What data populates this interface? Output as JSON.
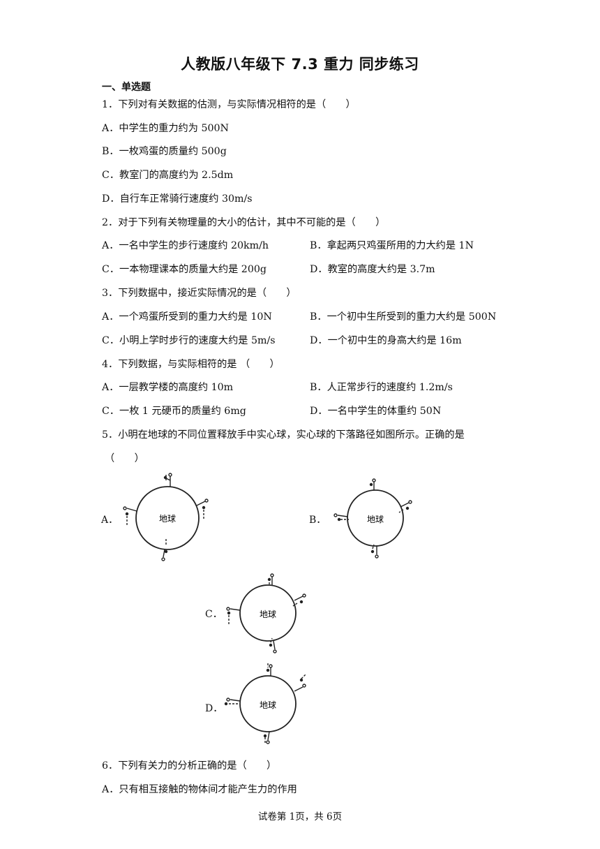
{
  "title": "人教版八年级下 7.3 重力 同步练习",
  "section": "一、单选题",
  "q1": {
    "stem": "1．下列对有关数据的估测，与实际情况相符的是（　　）",
    "a": "A．中学生的重力约为 500N",
    "b": "B．一枚鸡蛋的质量约 500g",
    "c": "C．教室门的高度约为 2.5dm",
    "d": "D．自行车正常骑行速度约 30m/s"
  },
  "q2": {
    "stem": "2．对于下列有关物理量的大小的估计，其中不可能的是（　　）",
    "a": "A．一名中学生的步行速度约 20km/h",
    "b": "B．拿起两只鸡蛋所用的力大约是 1N",
    "c": "C．一本物理课本的质量大约是 200g",
    "d": "D．教室的高度大约是 3.7m"
  },
  "q3": {
    "stem": "3．下列数据中，接近实际情况的是（　　）",
    "a": "A．一个鸡蛋所受到的重力大约是 10N",
    "b": "B．一个初中生所受到的重力大约是 500N",
    "c": "C．小明上学时步行的速度大约是 5m/s",
    "d": "D．一个初中生的身高大约是 16m"
  },
  "q4": {
    "stem": "4．下列数据，与实际相符的是 （　　）",
    "a": "A．一层教学楼的高度约 10m",
    "b": "B．人正常步行的速度约 1.2m/s",
    "c": "C．一枚 1 元硬币的质量约 6mg",
    "d": "D．一名中学生的体重约 50N"
  },
  "q5": {
    "stem": "5．小明在地球的不同位置释放手中实心球，实心球的下落路径如图所示。正确的是",
    "stem_cont": "（　　）",
    "figures": [
      {
        "label": "A．",
        "earth": "地球"
      },
      {
        "label": "B．",
        "earth": "地球"
      },
      {
        "label": "C．",
        "earth": "地球"
      },
      {
        "label": "D．",
        "earth": "地球"
      }
    ]
  },
  "q6": {
    "stem": "6．下列有关力的分析正确的是（　　）",
    "a": "A．只有相互接触的物体间才能产生力的作用"
  },
  "footer": "试卷第 1页，共 6页"
}
